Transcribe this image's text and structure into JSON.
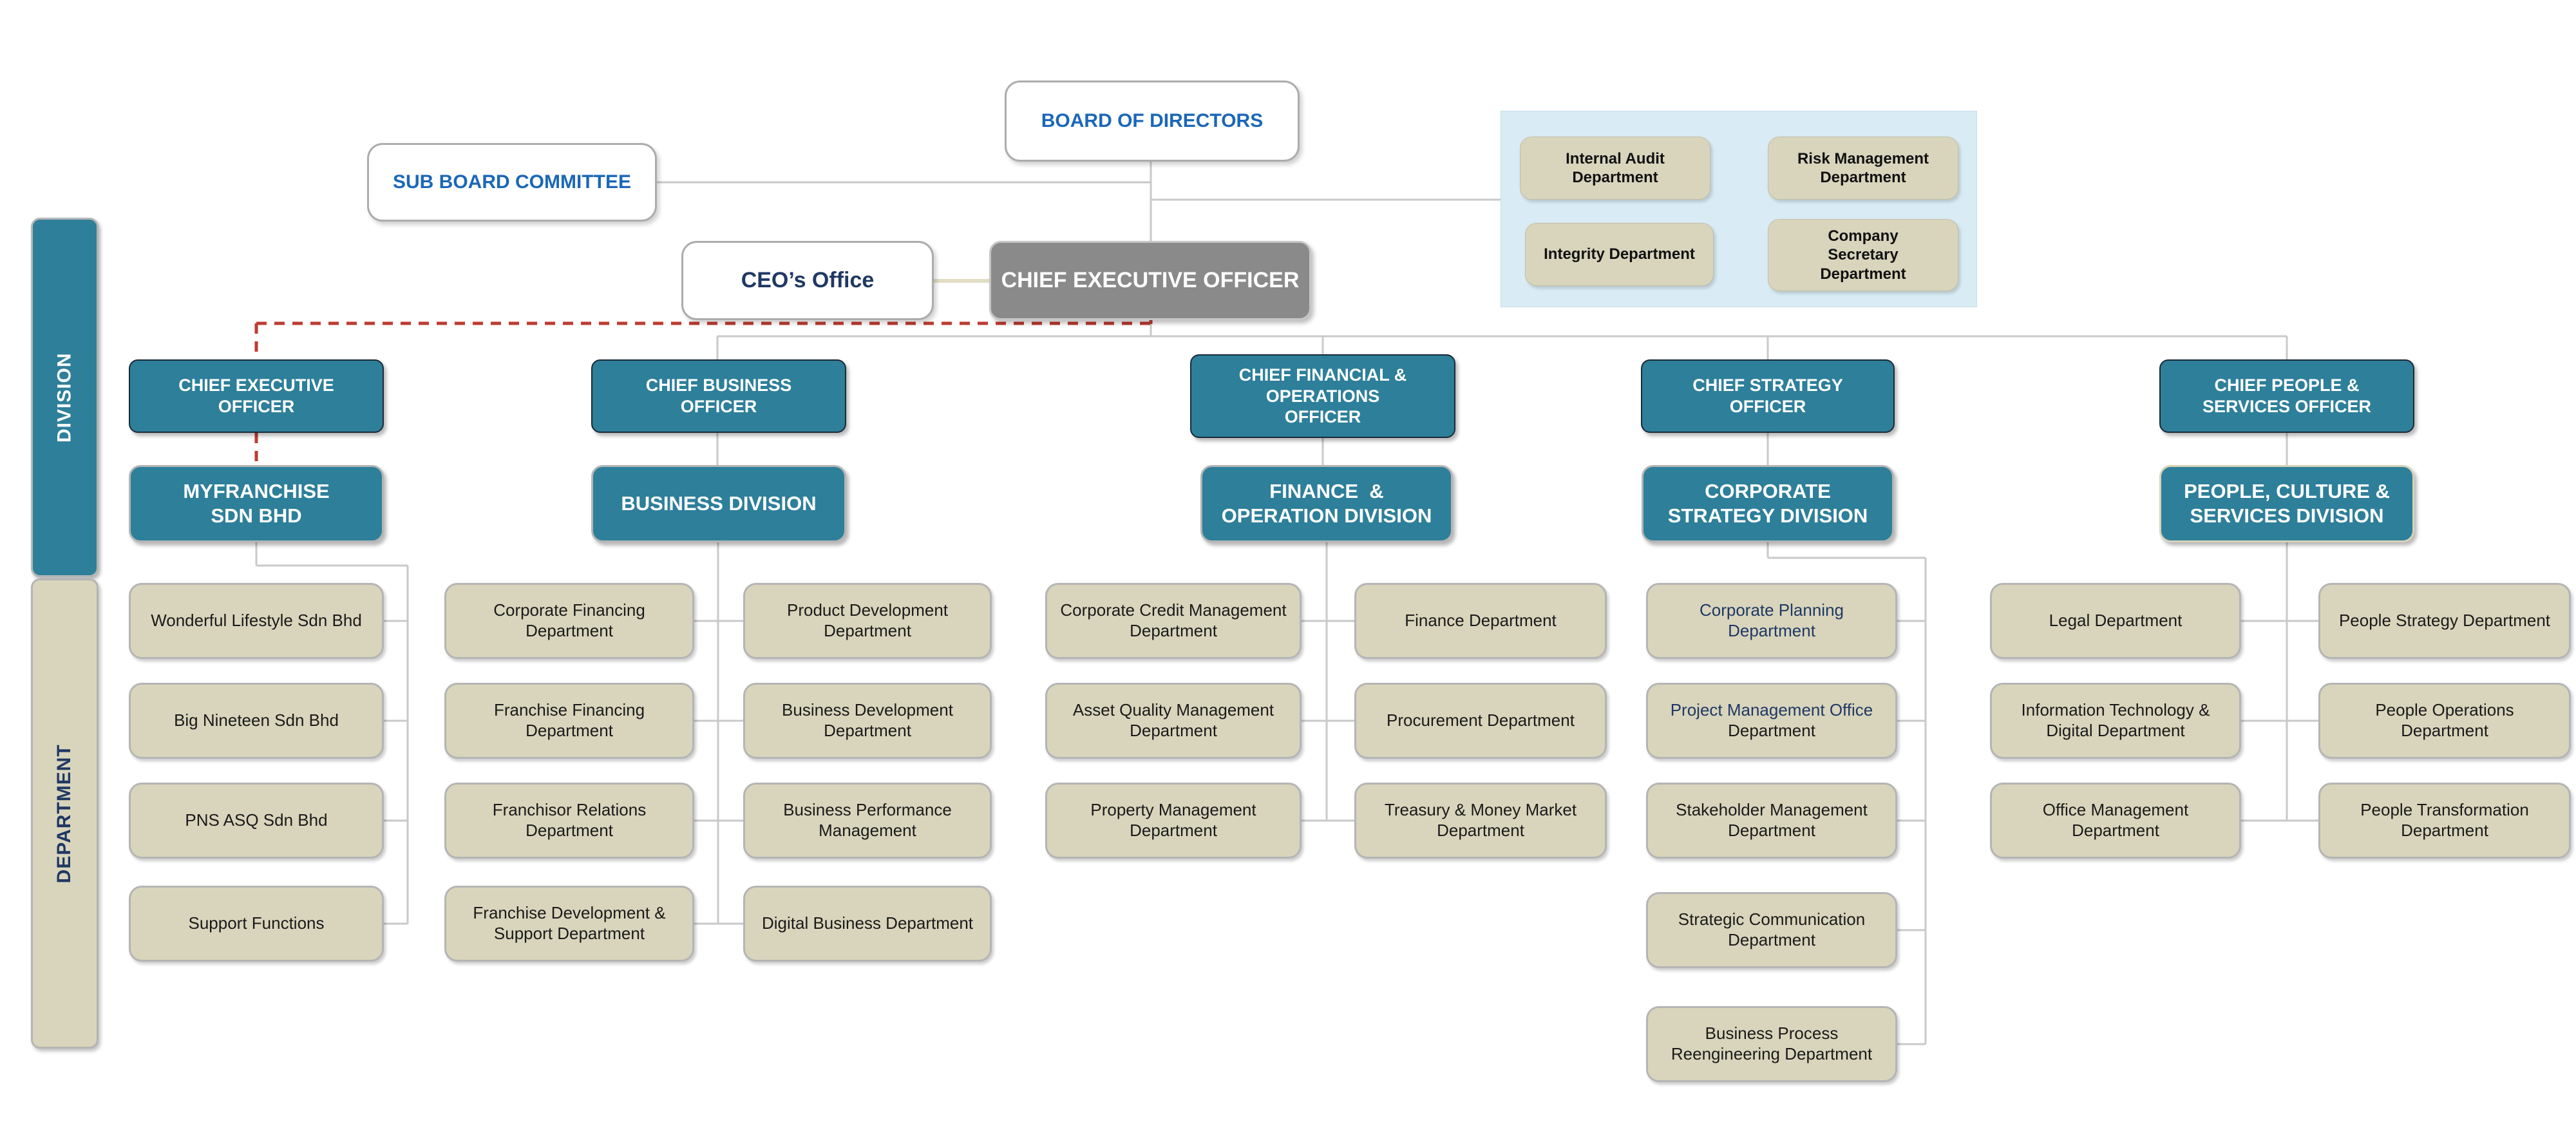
{
  "colors": {
    "teal": "#2D7F9A",
    "beige": "#D9D5BC",
    "panel_blue": "#D9EBF4",
    "gray_box": "#8A8A8A",
    "navy": "#1F3864",
    "link_blue": "#1B67B8",
    "red_dashed": "#BE3B2F",
    "connector": "#C9C9C9"
  },
  "top": {
    "board": "BOARD OF DIRECTORS",
    "sub_board": "SUB BOARD COMMITTEE",
    "ceo_office": "CEO’s Office",
    "ceo": "CHIEF EXECUTIVE OFFICER"
  },
  "board_committees": [
    "Internal Audit Department",
    "Risk Management Department",
    "Integrity Department",
    "Company Secretary Department"
  ],
  "side_labels": {
    "division": "DIVISION",
    "department": "DEPARTMENT"
  },
  "officers": [
    [
      "CHIEF EXECUTIVE",
      "OFFICER"
    ],
    [
      "CHIEF BUSINESS",
      "OFFICER"
    ],
    [
      "CHIEF FINANCIAL &",
      "OPERATIONS",
      "OFFICER"
    ],
    [
      "CHIEF STRATEGY",
      "OFFICER"
    ],
    [
      "CHIEF PEOPLE &",
      "SERVICES OFFICER"
    ]
  ],
  "divisions": [
    [
      "MYFRANCHISE",
      "SDN BHD"
    ],
    [
      "BUSINESS DIVISION"
    ],
    [
      "FINANCE  &",
      "OPERATION DIVISION"
    ],
    [
      "CORPORATE",
      "STRATEGY DIVISION"
    ],
    [
      "PEOPLE, CULTURE &",
      "SERVICES DIVISION"
    ]
  ],
  "departments": {
    "myfranchise": [
      "Wonderful Lifestyle Sdn Bhd",
      "Big Nineteen Sdn Bhd",
      "PNS ASQ Sdn Bhd",
      "Support Functions"
    ],
    "business_left": [
      "Corporate Financing Department",
      "Franchise Financing Department",
      "Franchisor Relations Department",
      "Franchise Development & Support Department"
    ],
    "business_right": [
      "Product Development Department",
      "Business Development Department",
      "Business Performance Management",
      "Digital Business Department"
    ],
    "finance_left": [
      "Corporate Credit Management Department",
      "Asset Quality Management Department",
      "Property Management Department"
    ],
    "finance_right": [
      "Finance Department",
      "Procurement Department",
      "Treasury & Money Market Department"
    ],
    "strategy": {
      "corporate_planning": "Corporate Planning Department",
      "pmo_line1": "Project Management Office",
      "pmo_line2": "Department",
      "stakeholder": "Stakeholder Management Department",
      "strategic_comm": "Strategic Communication Department",
      "bpr": "Business Process Reengineering Department"
    },
    "people_left": [
      "Legal Department",
      "Information Technology & Digital Department",
      "Office Management Department"
    ],
    "people_right": [
      "People Strategy Department",
      "People Operations Department",
      "People Transformation Department"
    ]
  }
}
